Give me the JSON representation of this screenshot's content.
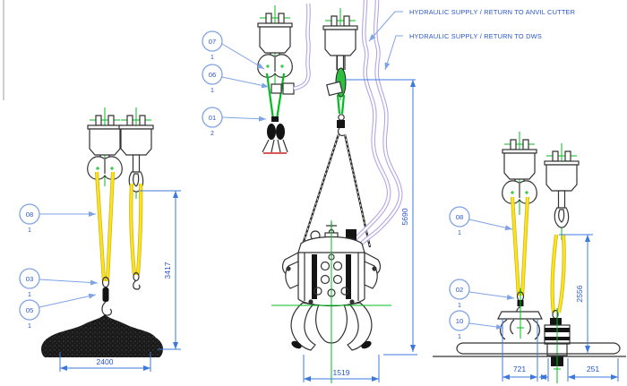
{
  "drawing": {
    "labels": {
      "hose_anvil": "HYDRAULIC SUPPLY / RETURN TO ANVIL CUTTER",
      "hose_dws": "HYDRAULIC SUPPLY / RETURN TO DWS"
    },
    "dimensions": {
      "left_width": "2400",
      "left_height": "3417",
      "center_width": "1519",
      "center_height": "5690",
      "right_grab_width": "721",
      "right_offset": "251",
      "right_height": "2556"
    },
    "callouts": {
      "n07": {
        "id": "07",
        "qty": "1"
      },
      "n06": {
        "id": "06",
        "qty": "1"
      },
      "n01": {
        "id": "01",
        "qty": "2"
      },
      "n08_left": {
        "id": "08",
        "qty": "1"
      },
      "n03": {
        "id": "03",
        "qty": "1"
      },
      "n05": {
        "id": "05",
        "qty": "1"
      },
      "n08_right": {
        "id": "08",
        "qty": "1"
      },
      "n02": {
        "id": "02",
        "qty": "1"
      },
      "n10": {
        "id": "10",
        "qty": "1"
      }
    },
    "colors": {
      "dimension_blue": "#3E78DC",
      "text_blue": "#2A56C8",
      "balloon_blue": "#7FA3E6",
      "sling_yellow": "#FFE50A",
      "centerline_green": "#00BE1E",
      "hose_purple": "#B4A6E4",
      "highlight_red": "#CC2222",
      "line_dark": "#333333"
    }
  }
}
